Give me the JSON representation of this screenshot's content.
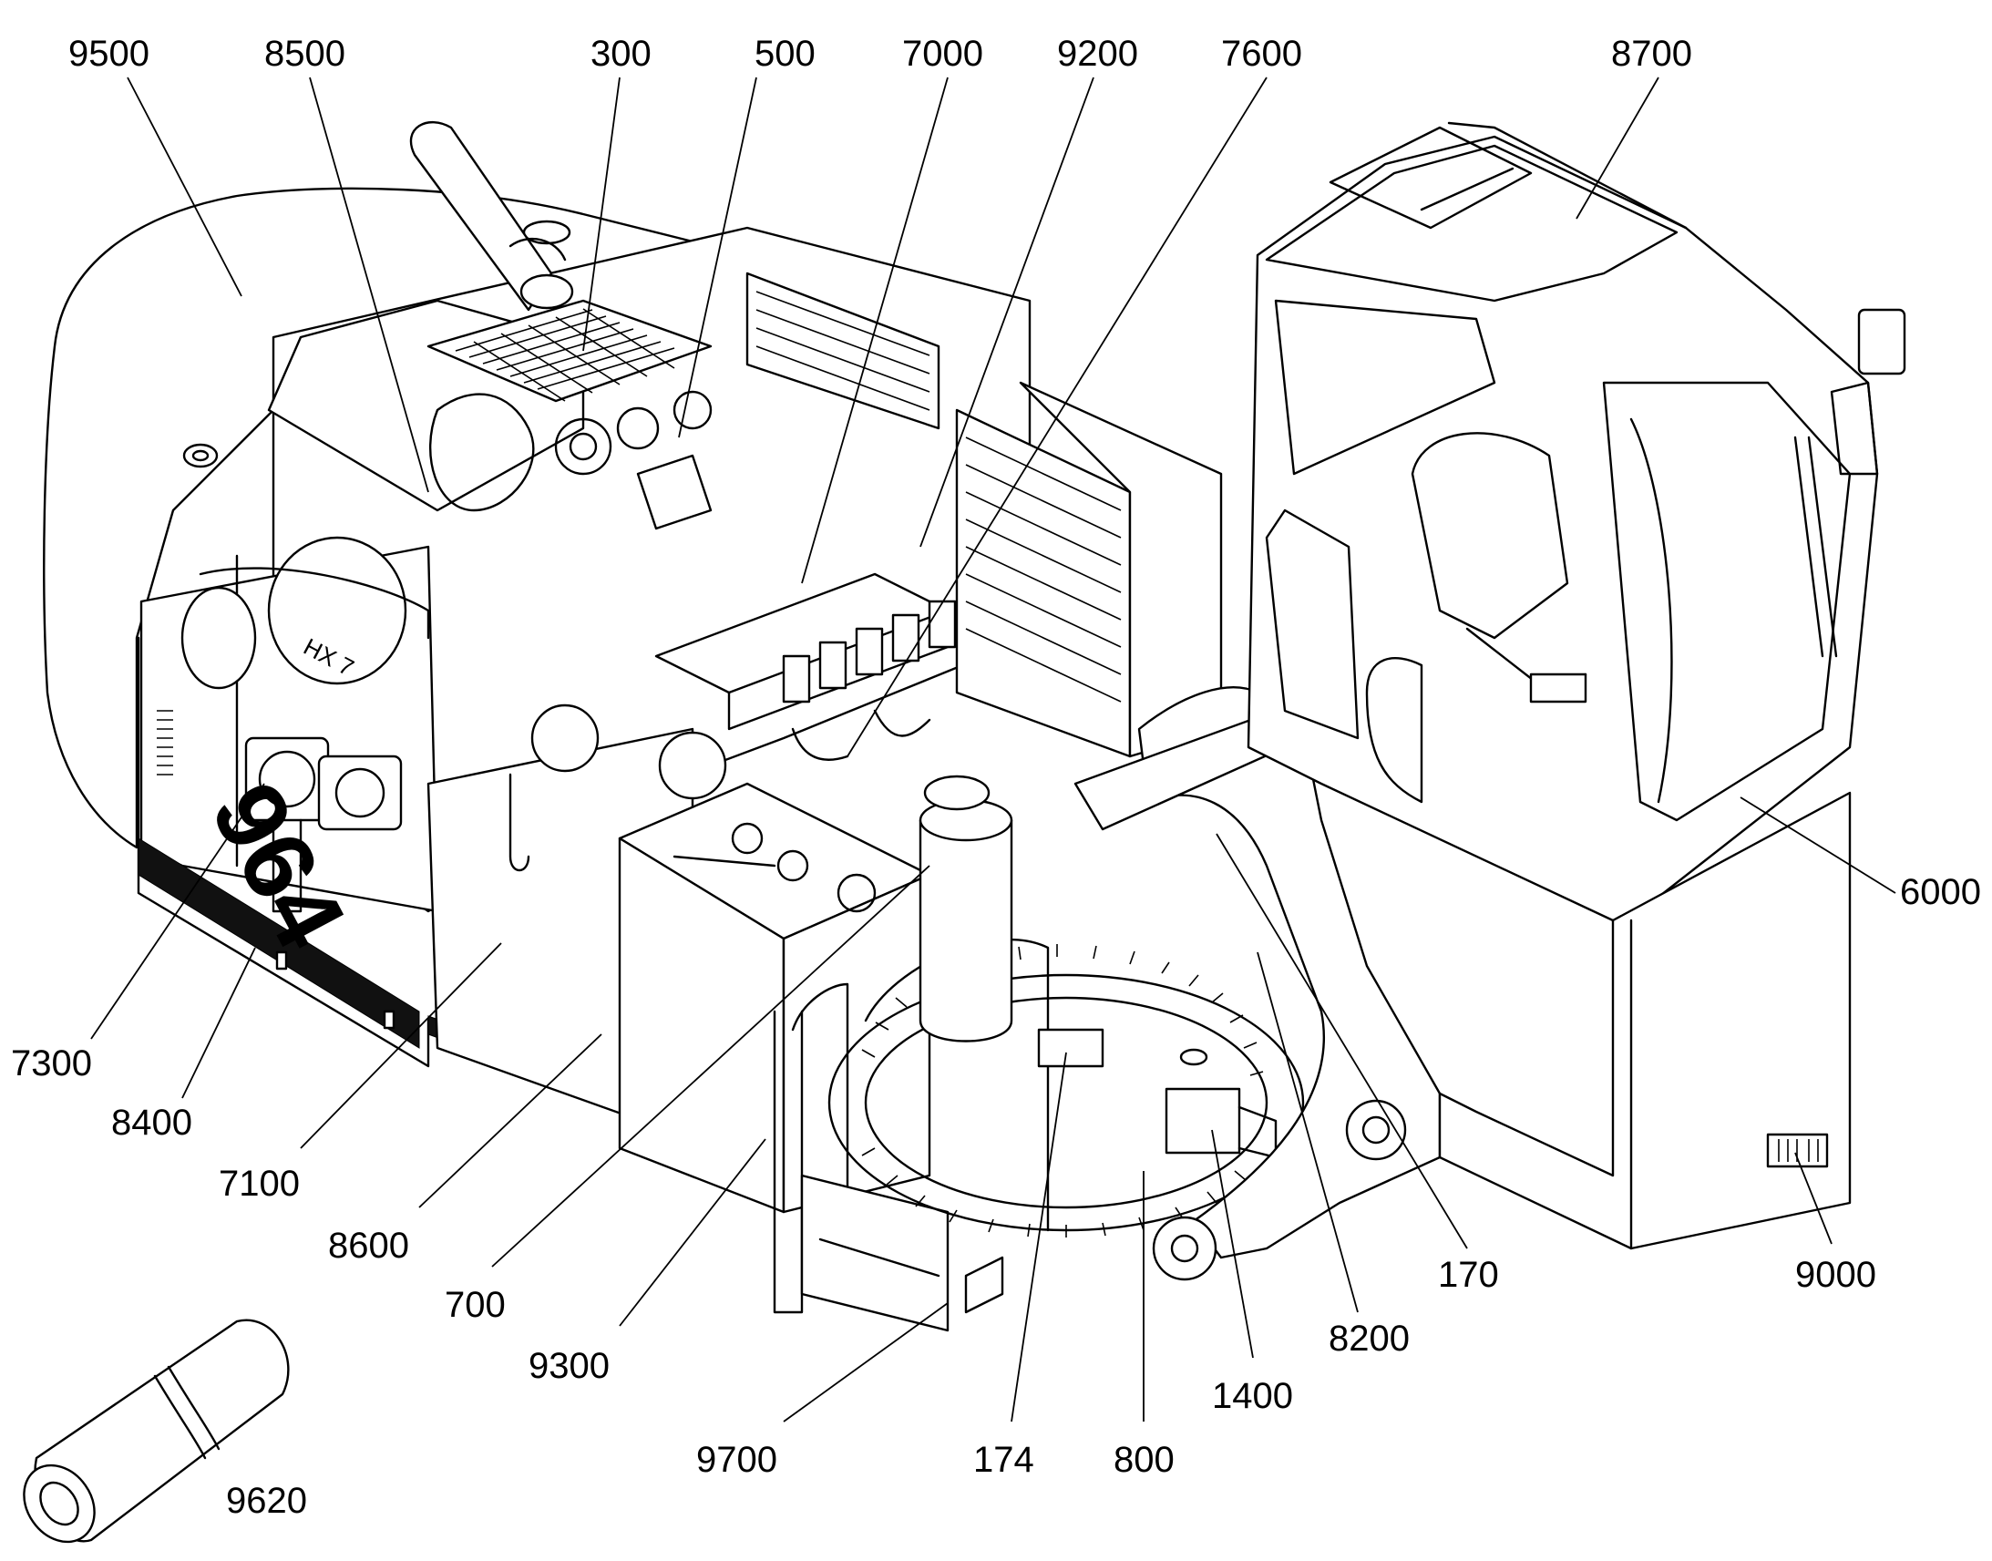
{
  "callouts": {
    "c9500": "9500",
    "c8500": "8500",
    "c300": "300",
    "c500": "500",
    "c7000": "7000",
    "c9200": "9200",
    "c7600": "7600",
    "c8700": "8700",
    "c6000": "6000",
    "c7300": "7300",
    "c8400": "8400",
    "c7100": "7100",
    "c8600": "8600",
    "c700": "700",
    "c9300": "9300",
    "c9700": "9700",
    "c174": "174",
    "c800": "800",
    "c1400": "1400",
    "c8200": "8200",
    "c170": "170",
    "c9000": "9000",
    "c9620": "9620"
  },
  "machine_lettering": "964",
  "engine_plate": "HX 7"
}
